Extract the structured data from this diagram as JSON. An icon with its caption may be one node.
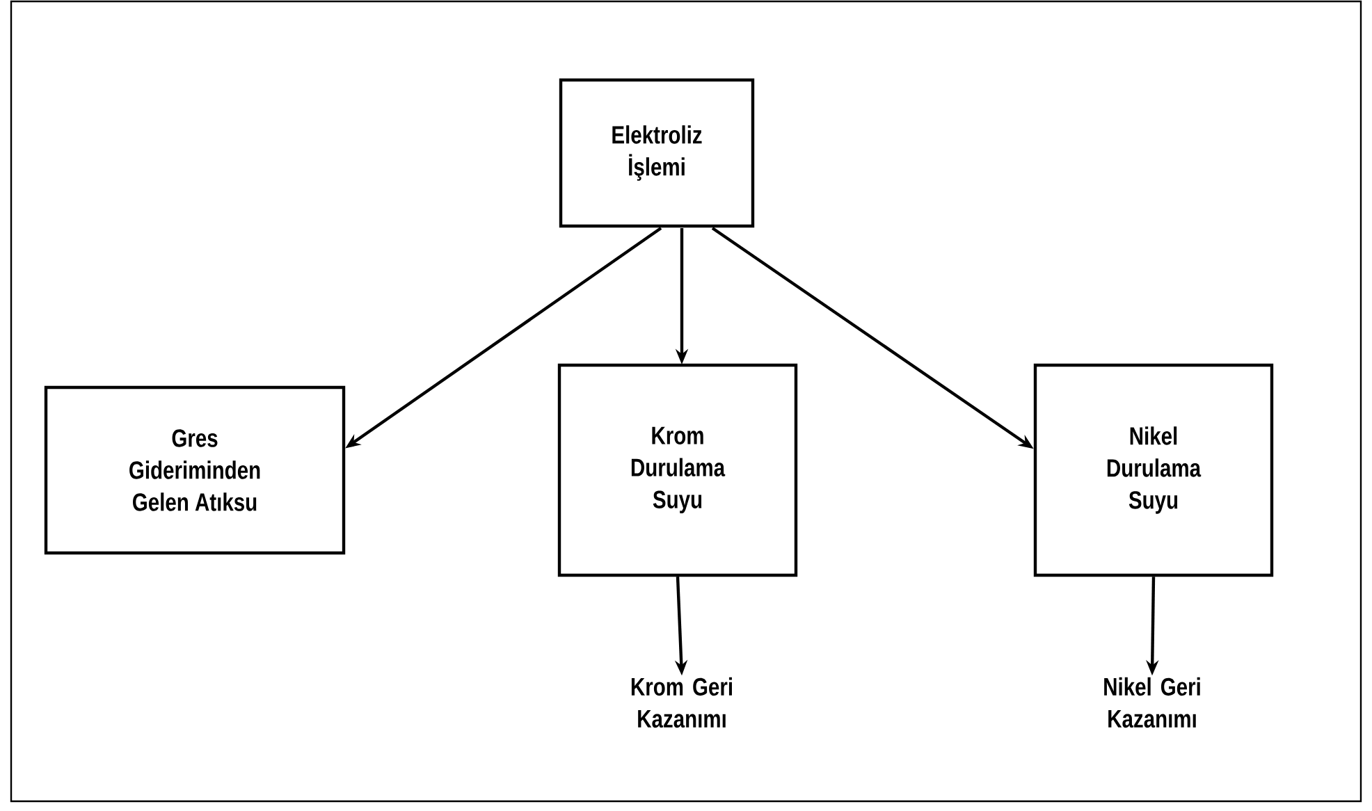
{
  "diagram": {
    "nodes": [
      {
        "text": [
          "Elektroliz İşlemi"
        ]
      },
      {
        "text": [
          "Gres Gideriminden Gelen Atıksu"
        ]
      },
      {
        "text": [
          "Krom Durulama Suyu"
        ]
      },
      {
        "text": [
          "Nikel Durulama Suyu"
        ]
      },
      {
        "text": [
          "Krom Geri Kazanımı"
        ]
      },
      {
        "text": [
          "Nikel Geri Kazanımı"
        ]
      }
    ],
    "edges": [
      {
        "from": 0,
        "to": 1,
        "arrow": "to"
      },
      {
        "from": 0,
        "to": 2,
        "arrow": "to"
      },
      {
        "from": 0,
        "to": 3,
        "arrow": "to"
      },
      {
        "from": 2,
        "to": 4,
        "arrow": "to"
      },
      {
        "from": 3,
        "to": 5,
        "arrow": "to"
      }
    ]
  }
}
